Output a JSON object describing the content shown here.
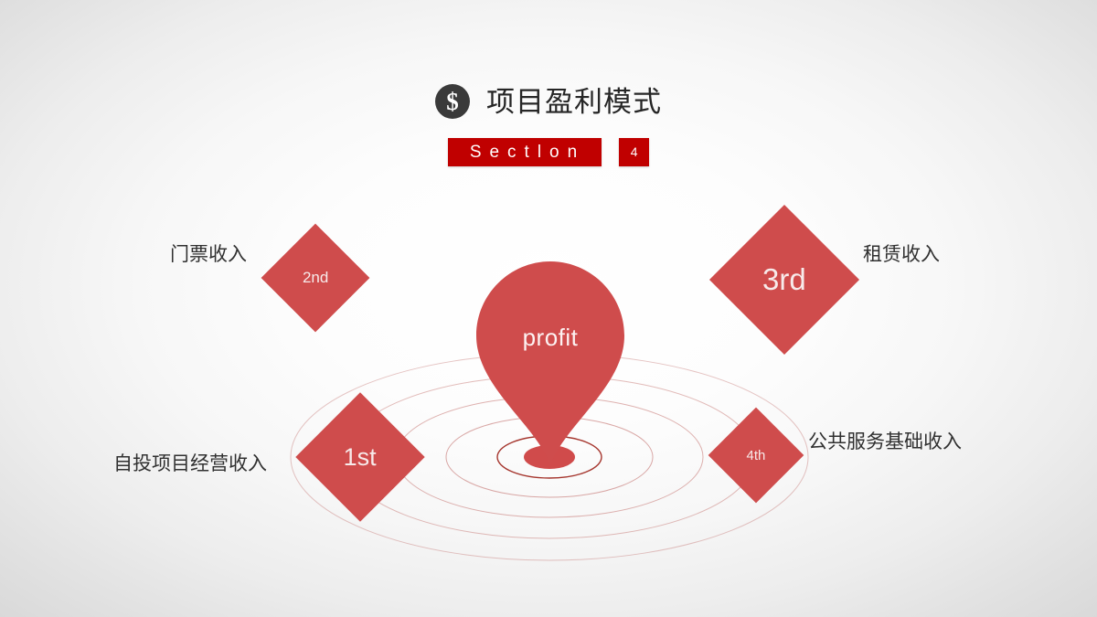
{
  "slide": {
    "background_color": "#ffffff",
    "edge_color": "#d5d5d5",
    "accent_color": "#cf4c4c",
    "banner_color": "#c00000",
    "badge_color": "#3a3a3a"
  },
  "header": {
    "badge_symbol": "$",
    "title": "项目盈利模式",
    "banner_label": "Sectlon",
    "banner_number": "4"
  },
  "center": {
    "pin_label": "profit"
  },
  "nodes": [
    {
      "marker": "1st",
      "caption": "自投项目经营收入",
      "position": "bottom-left"
    },
    {
      "marker": "2nd",
      "caption": "门票收入",
      "position": "top-left"
    },
    {
      "marker": "3rd",
      "caption": "租赁收入",
      "position": "top-right"
    },
    {
      "marker": "4th",
      "caption": "公共服务基础收入",
      "position": "bottom-right"
    }
  ]
}
